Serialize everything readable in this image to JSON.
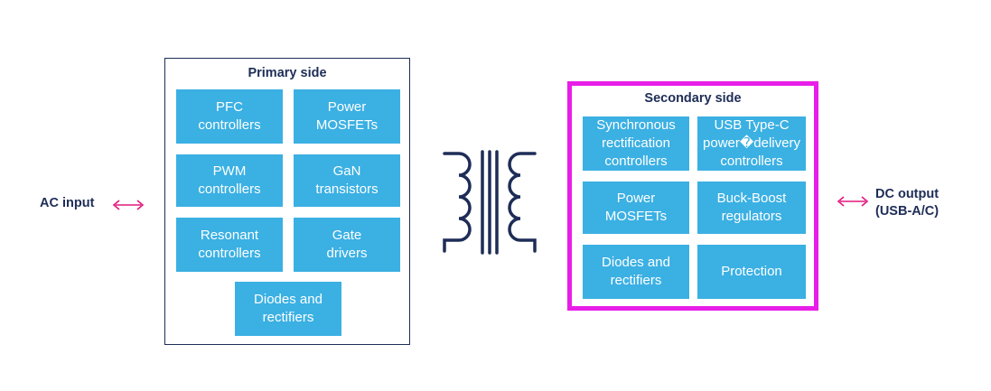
{
  "input": {
    "label": "AC input"
  },
  "output": {
    "label": "DC output\n(USB-A/C)"
  },
  "primary": {
    "title": "Primary side",
    "blocks": [
      "PFC\ncontrollers",
      "Power\nMOSFETs",
      "PWM\ncontrollers",
      "GaN\ntransistors",
      "Resonant\ncontrollers",
      "Gate\ndrivers",
      "Diodes and\nrectifiers"
    ]
  },
  "secondary": {
    "title": "Secondary side",
    "blocks": [
      "Synchronous\nrectification\ncontrollers",
      "USB Type-C\npower�delivery\ncontrollers",
      "Power\nMOSFETs",
      "Buck-Boost\nregulators",
      "Diodes and\nrectifiers",
      "Protection"
    ]
  },
  "colors": {
    "block_fill": "#3bb0e3",
    "primary_border": "#1e2d57",
    "secondary_border": "#e81ee8",
    "arrow": "#e0197d",
    "transformer": "#1e2d57"
  },
  "icons": {
    "transformer": "transformer-icon",
    "arrows": "double-arrow-icon"
  }
}
